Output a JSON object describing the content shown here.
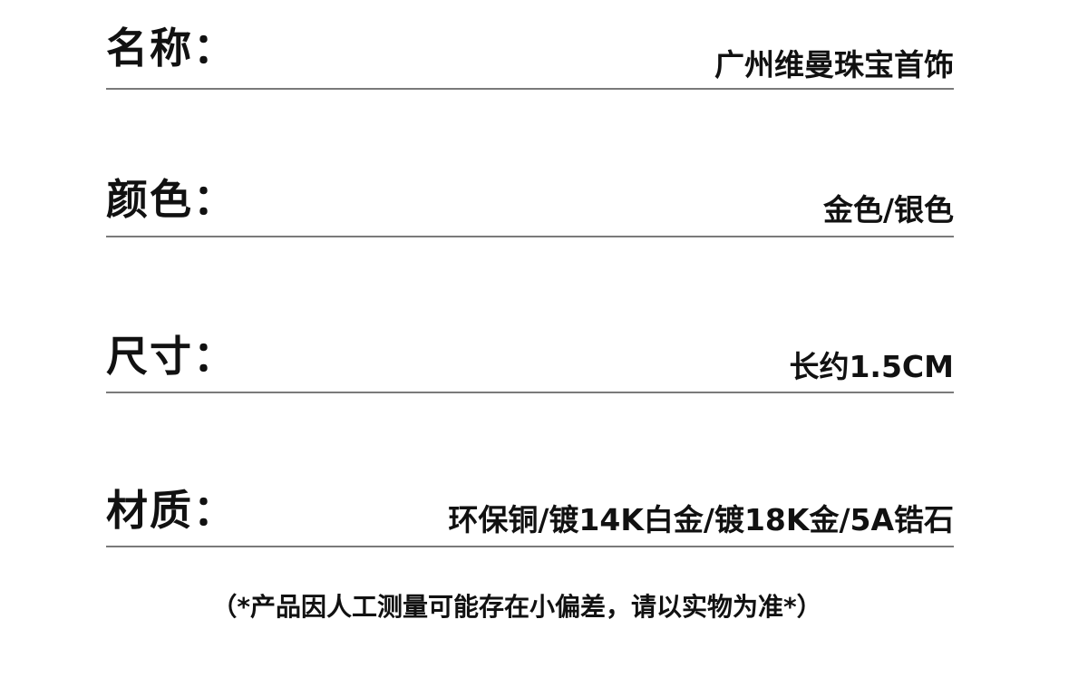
{
  "specs": {
    "name": {
      "label": "名称：",
      "value": "广州维曼珠宝首饰"
    },
    "color": {
      "label": "颜色：",
      "value": "金色/银色"
    },
    "size": {
      "label": "尺寸：",
      "value": "长约1.5CM"
    },
    "material": {
      "label": "材质：",
      "value": "环保铜/镀14K白金/镀18K金/5A锆石"
    }
  },
  "note": "（*产品因人工测量可能存在小偏差，请以实物为准*）",
  "colors": {
    "text": "#111111",
    "divider": "#7a7a7a",
    "background": "#ffffff"
  }
}
